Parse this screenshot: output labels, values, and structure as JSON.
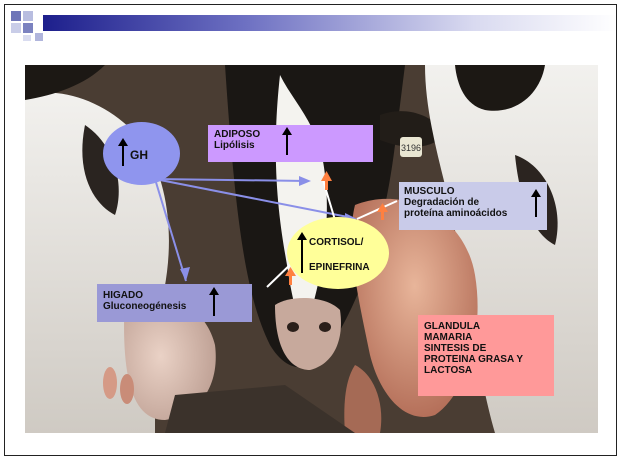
{
  "gh": {
    "label": "GH"
  },
  "adiposo": {
    "line1": "ADIPOSO",
    "line2": "Lipólisis"
  },
  "musculo": {
    "line1": "MUSCULO",
    "line2": "Degradación de",
    "line3": "proteína aminoácidos"
  },
  "cortisol": {
    "line1": "CORTISOL/",
    "line2": "EPINEFRINA"
  },
  "higado": {
    "line1": "HIGADO",
    "line2": "Gluconeogénesis"
  },
  "glandula": {
    "line1": "GLANDULA",
    "line2": "MAMARIA",
    "line3": "SINTESIS DE",
    "line4": "PROTEINA GRASA Y",
    "line5": "LACTOSA"
  },
  "ear_tag": {
    "text": "3196"
  },
  "colors": {
    "gh": "#8f95ee",
    "adiposo": "#cc99ff",
    "musculo": "#c9cbe9",
    "cortisol": "#ffff99",
    "higado": "#9a99d6",
    "glandula": "#ff9999",
    "connector": "#8a8fe8",
    "accent_arrow": "#ff8040"
  }
}
